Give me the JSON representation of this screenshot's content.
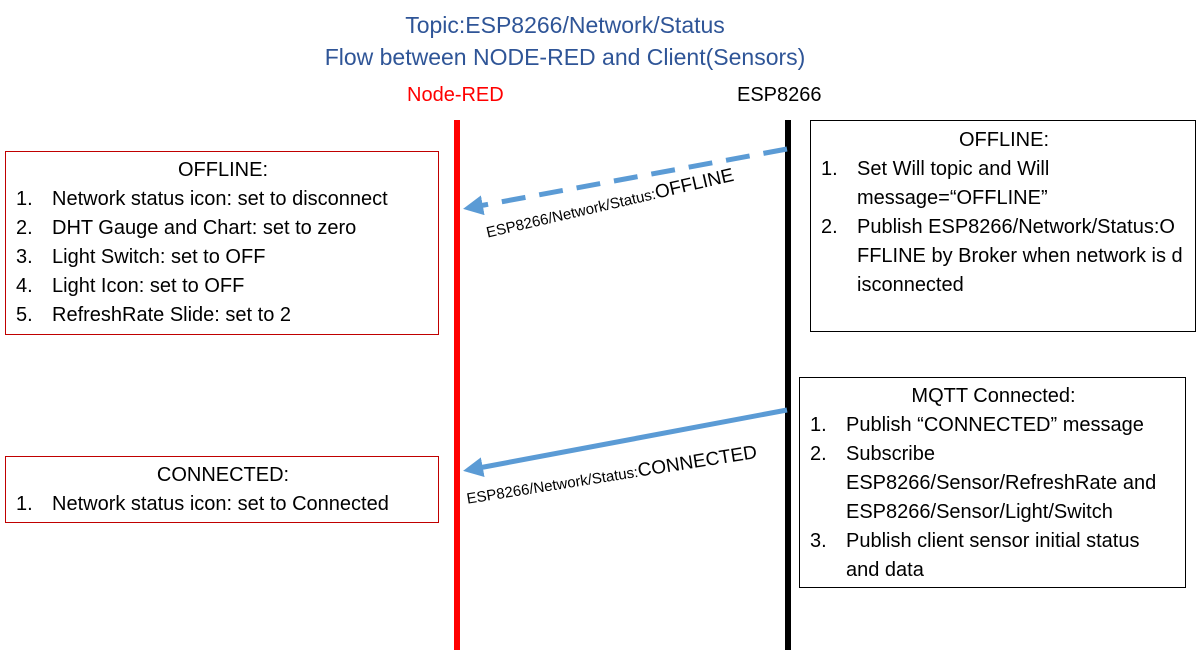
{
  "title": {
    "line1": "Topic:ESP8266/Network/Status",
    "line2": "Flow between NODE-RED and Client(Sensors)"
  },
  "lanes": {
    "node_red": "Node-RED",
    "esp8266": "ESP8266"
  },
  "colors": {
    "title": "#2f5597",
    "node_red_lifeline": "#ff0000",
    "esp8266_lifeline": "#000000",
    "arrow": "#5b9bd5",
    "node_red_box_border": "#c00000"
  },
  "node_red_offline": {
    "title": "OFFLINE:",
    "items": [
      {
        "num": "1.",
        "text": "Network status icon: set to disconnect"
      },
      {
        "num": "2.",
        "text": "DHT Gauge and Chart: set to zero"
      },
      {
        "num": "3.",
        "text": "Light Switch: set to OFF"
      },
      {
        "num": "4.",
        "text": "Light Icon: set to OFF"
      },
      {
        "num": "5.",
        "text": "RefreshRate Slide: set to 2"
      }
    ]
  },
  "node_red_connected": {
    "title": "CONNECTED:",
    "items": [
      {
        "num": "1.",
        "text": "Network status icon: set to Connected"
      }
    ]
  },
  "esp_offline": {
    "title": "OFFLINE:",
    "items": [
      {
        "num": "1.",
        "text": "Set Will topic and Will message=“OFFLINE”"
      },
      {
        "num": "2.",
        "text": "Publish ESP8266/Network/Status:OFFLINE by Broker when network is disconnected"
      }
    ]
  },
  "esp_connected": {
    "title": "MQTT Connected:",
    "items": [
      {
        "num": "1.",
        "text": "Publish “CONNECTED” message"
      },
      {
        "num": "2.",
        "text": "Subscribe ESP8266/Sensor/RefreshRate and ESP8266/Sensor/Light/Switch"
      },
      {
        "num": "3.",
        "text": "Publish client sensor initial status and data"
      }
    ]
  },
  "messages": {
    "offline": {
      "topic": "ESP8266/Network/Status:",
      "payload": "OFFLINE",
      "style": "dashed"
    },
    "connected": {
      "topic": "ESP8266/Network/Status:",
      "payload": "CONNECTED",
      "style": "solid"
    }
  }
}
